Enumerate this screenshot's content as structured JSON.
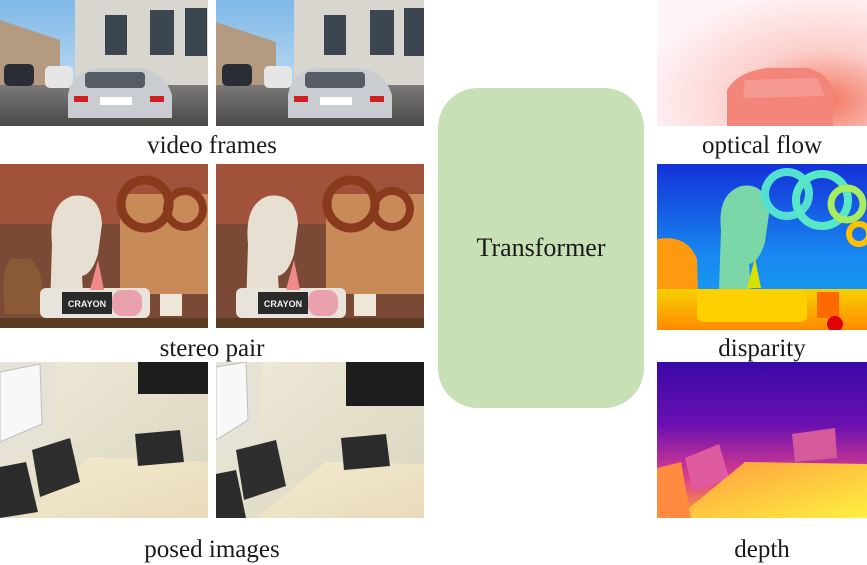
{
  "inputs": {
    "video_label": "video frames",
    "stereo_label": "stereo pair",
    "posed_label": "posed images"
  },
  "model": {
    "label": "Transformer",
    "color": "#c8e0b6"
  },
  "outputs": {
    "flow_label": "optical flow",
    "disparity_label": "disparity",
    "depth_label": "depth"
  },
  "text_on_images": {
    "crayon_brand": "CRAYON"
  }
}
